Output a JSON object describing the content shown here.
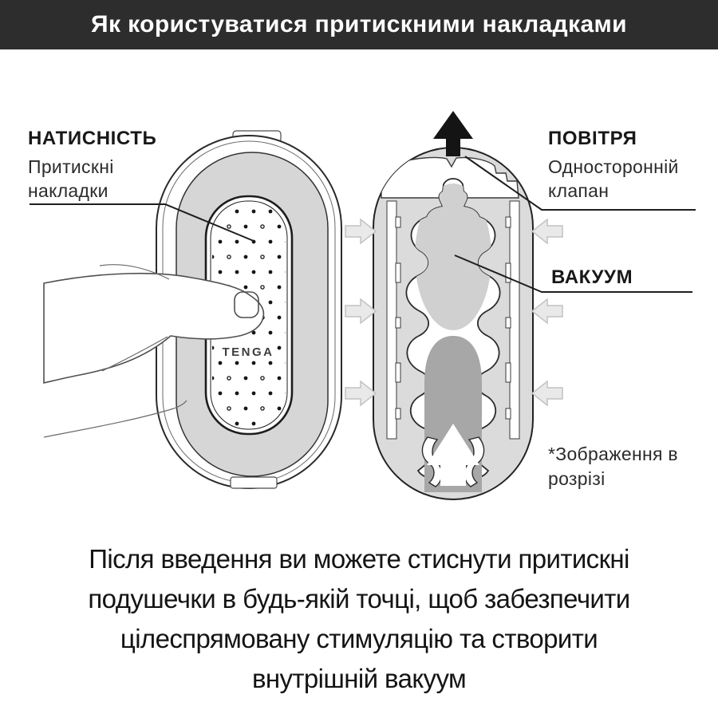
{
  "header": {
    "title": "Як користуватися притискними накладками"
  },
  "labels": {
    "pressure": {
      "title": "НАТИСНІСТЬ",
      "subtitle": "Притискні накладки"
    },
    "air": {
      "title": "ПОВІТРЯ",
      "subtitle": "Односторонній клапан"
    },
    "vacuum": {
      "title": "ВАКУУМ"
    },
    "note": "*Зображення в розрізі"
  },
  "device": {
    "logo": "TENGA"
  },
  "paragraph": {
    "lines": [
      "Після введення ви можете стиснути притискні",
      "подушечки в будь-якій точці, щоб забезпечити",
      "цілеспрямовану стимуляцію та створити",
      "внутрішній вакуум"
    ]
  },
  "icons": {
    "air_exit": "up-arrow",
    "air_inflow": "side-arrow",
    "insertion": "up-arrow-white"
  },
  "colors": {
    "banner_bg": "#2d2d2d",
    "banner_text": "#ffffff",
    "device_body_gray": "#d6d6d6",
    "cross_section_gray": "#dbdbdb",
    "vacuum_gray": "#d0d0d0",
    "insertion_column_gray": "#a7a7a7",
    "outline": "#222222",
    "air_arrow_fill": "#e9e9e9",
    "black_arrow": "#141414"
  }
}
